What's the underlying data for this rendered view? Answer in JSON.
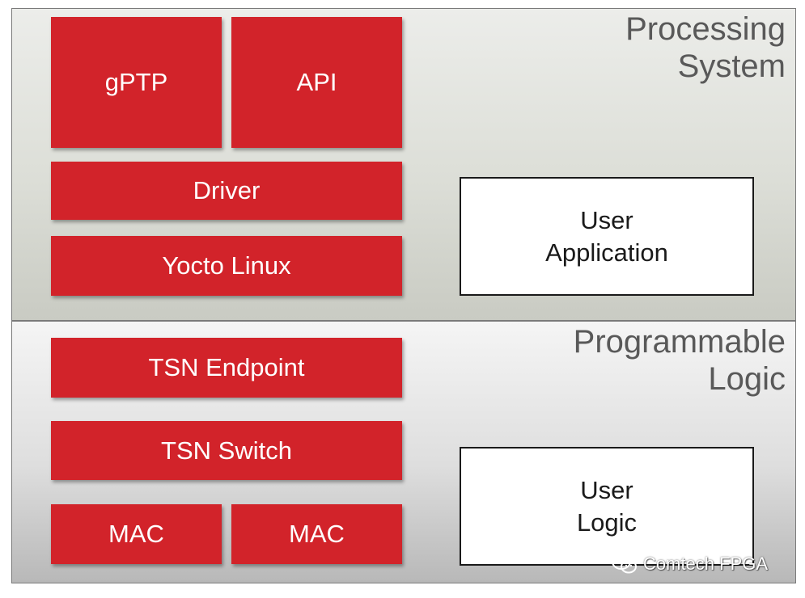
{
  "processing_system": {
    "title_line1": "Processing",
    "title_line2": "System",
    "blocks": {
      "gptp": "gPTP",
      "api": "API",
      "driver": "Driver",
      "yocto": "Yocto Linux"
    },
    "user_app": {
      "line1": "User",
      "line2": "Application"
    }
  },
  "programmable_logic": {
    "title_line1": "Programmable",
    "title_line2": "Logic",
    "blocks": {
      "tsn_endpoint": "TSN Endpoint",
      "tsn_switch": "TSN Switch",
      "mac1": "MAC",
      "mac2": "MAC"
    },
    "user_logic": {
      "line1": "User",
      "line2": "Logic"
    }
  },
  "watermark": {
    "text": "Comtech FPGA",
    "icon": "wechat-icon"
  },
  "colors": {
    "block_red": "#d2232a",
    "title_gray": "#595959"
  }
}
